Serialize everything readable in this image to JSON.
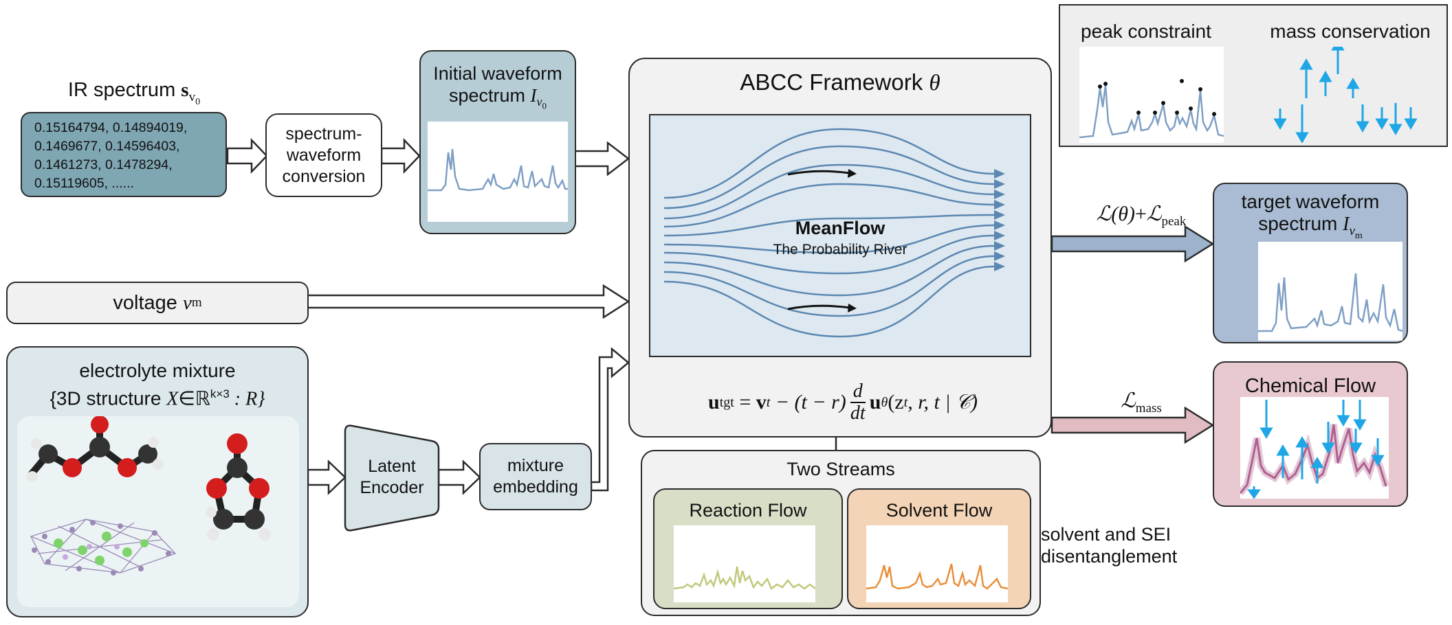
{
  "ir_spectrum": {
    "title_prefix": "IR spectrum ",
    "title_symbol": "s",
    "title_sub": "v",
    "title_subsub": "0",
    "values": [
      "0.15164794, 0.14894019,",
      "0.1469677, 0.14596403,",
      "0.1461273, 0.1478294,",
      "0.15119605, ......"
    ]
  },
  "conversion": {
    "label": [
      "spectrum-",
      "waveform",
      "conversion"
    ]
  },
  "initial_waveform": {
    "line1": "Initial waveform",
    "line2_prefix": "spectrum ",
    "symbol": "I",
    "sub": "v",
    "subsub": "0"
  },
  "voltage": {
    "prefix": "voltage ",
    "symbol": "v",
    "sub": "m"
  },
  "electrolyte": {
    "line1": "electrolyte mixture",
    "line2_open": "{3D structure ",
    "line2_symbol": "X",
    "line2_in": "∈ℝ",
    "line2_sup": "k×3",
    "line2_tail": " : R}"
  },
  "latent_encoder": {
    "label": [
      "Latent",
      "Encoder"
    ]
  },
  "mixture_embedding": {
    "label": [
      "mixture",
      "embedding"
    ]
  },
  "framework": {
    "title_prefix": "ABCC Framework ",
    "title_symbol": "θ",
    "meanflow_title": "MeanFlow",
    "meanflow_subtitle": "The Probability River",
    "equation": {
      "u": "u",
      "u_sub": "tgt",
      "eq": " = ",
      "v": "v",
      "v_sub": "t",
      "minus": " − (t − r)",
      "frac_num": "d",
      "frac_den": "dt",
      "u2": "u",
      "u2_sub": "θ",
      "args": "(z",
      "args_sub": "t",
      "args_tail": ", r, t | 𝒞)"
    }
  },
  "constraints": {
    "peak_label": "peak constraint",
    "mass_label": "mass conservation"
  },
  "loss_top": {
    "L1": "ℒ(θ)",
    "plus": "+",
    "L2": "ℒ",
    "L2_sub": "peak"
  },
  "loss_bottom": {
    "L": "ℒ",
    "sub": "mass"
  },
  "target_waveform": {
    "line1": "target waveform",
    "line2_prefix": "spectrum ",
    "symbol": "I",
    "sub": "v",
    "subsub": "m"
  },
  "chemical_flow": {
    "title": "Chemical Flow"
  },
  "two_streams": {
    "title": "Two Streams",
    "reaction_label": "Reaction Flow",
    "solvent_label": "Solvent Flow"
  },
  "disentangle": {
    "line1": "solvent and SEI",
    "line2": "disentanglement"
  },
  "colors": {
    "ir_box": "#7fa6b3",
    "initial_box": "#b7cdd6",
    "framework_bg": "#f2f2f2",
    "river_bg": "#dde8f0",
    "river_line": "#5b87b0",
    "target_box": "#a9bcd3",
    "chemical_box": "#e8c9cf",
    "reaction_box": "#d9dfc6",
    "solvent_box": "#f4d4b6",
    "electrolyte_box": "#dde8ec",
    "embed_box": "#d8e4e8",
    "spectrum_line": "#7f9fc4",
    "reaction_line": "#c2c87a",
    "solvent_line": "#e88f3a",
    "chem_line": "#b0608f",
    "arrow_blue": "#1fa6e6",
    "loss_top_arrow": "#9db3cb",
    "loss_bottom_arrow": "#e2bcc3"
  }
}
